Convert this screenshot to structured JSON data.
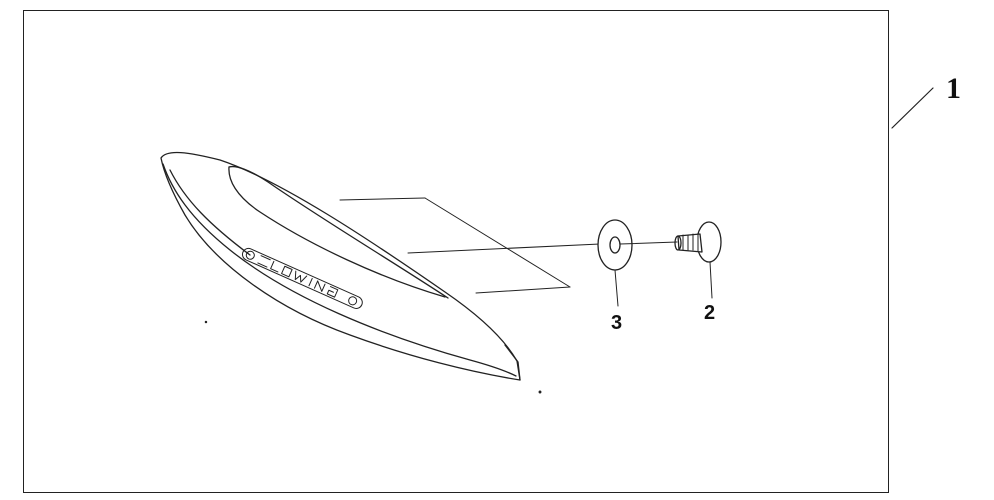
{
  "callouts": {
    "assembly": "1",
    "bolt": "2",
    "washer": "3"
  },
  "parts": {
    "spoiler_emblem": "GOLDWING"
  },
  "colors": {
    "line": "#222222",
    "background": "#ffffff"
  }
}
